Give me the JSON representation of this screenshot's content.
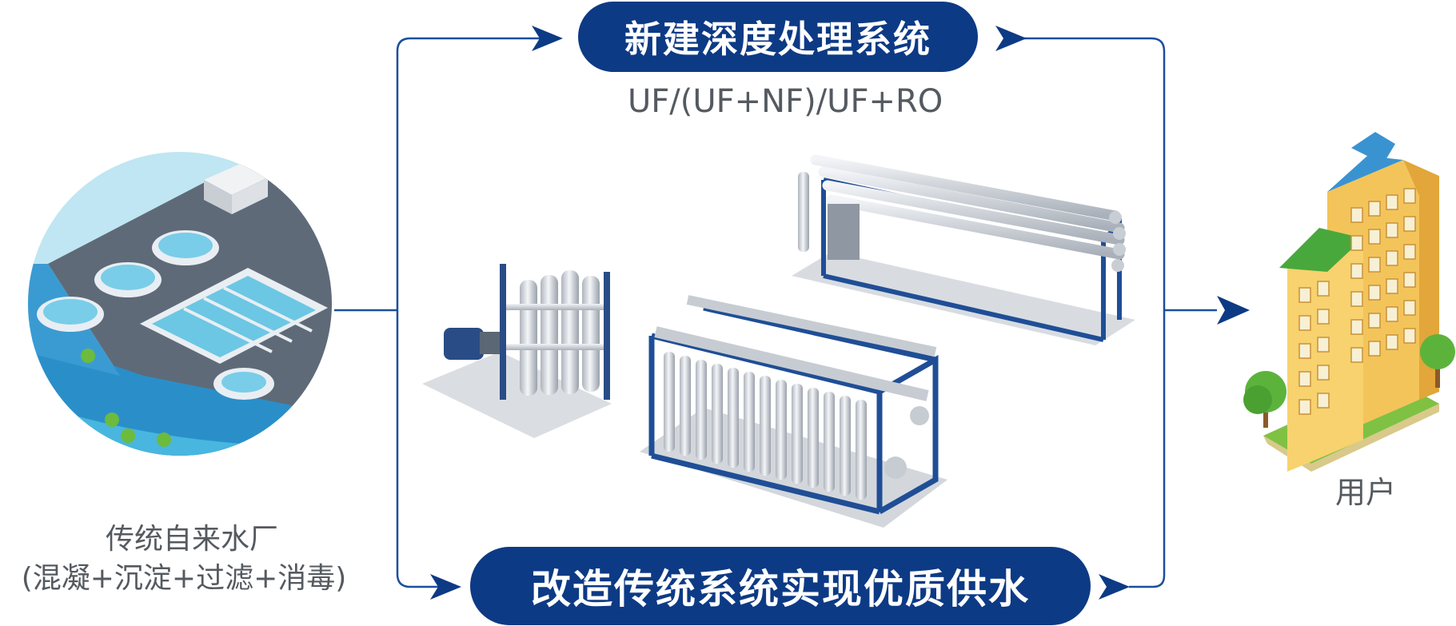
{
  "top_path": {
    "title": "新建深度处理系统",
    "technology": "UF/(UF+NF)/UF+RO"
  },
  "bottom_path": {
    "title": "改造传统系统实现优质供水"
  },
  "source": {
    "name": "传统自来水厂",
    "process": "(混凝+沉淀+过滤+消毒)",
    "icon": "water-plant-illustration"
  },
  "destination": {
    "name": "用户",
    "icon": "residential-building-illustration"
  },
  "equipment": [
    "uf-skid-small",
    "uf-skid-large",
    "ro-skid"
  ],
  "colors": {
    "brand_blue": "#0d3a85",
    "line_blue": "#1c4f9c",
    "frame_blue": "#1f4e96",
    "pipe_grey": "#d4d8de",
    "text_grey": "#555a60"
  }
}
